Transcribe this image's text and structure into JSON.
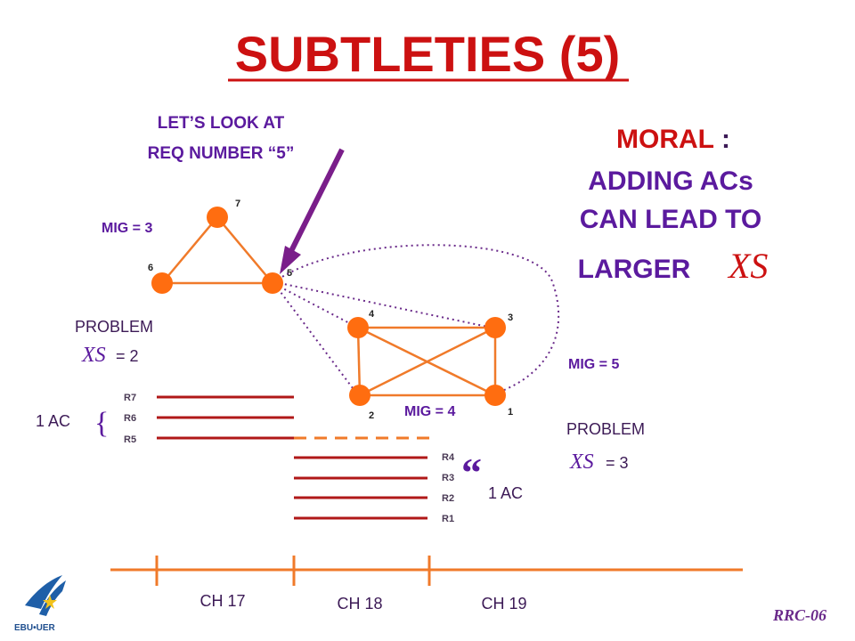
{
  "title": "SUBTLETIES (5)",
  "callout": {
    "line1": "LET’S LOOK AT",
    "line2": "REQ NUMBER “5”"
  },
  "moral": {
    "label": "MORAL",
    "colon": ":",
    "line1": "ADDING ACs",
    "line2": "CAN LEAD TO",
    "line3_prefix": "LARGER",
    "line3_symbol": "XS"
  },
  "triangle": {
    "mig": "MIG = 3",
    "nodes": [
      "7",
      "6",
      "5"
    ]
  },
  "square": {
    "mig": "MIG = 4",
    "nodes": [
      "4",
      "3",
      "2",
      "1"
    ]
  },
  "mig5": "MIG = 5",
  "problem_left": {
    "label": "PROBLEM",
    "symbol": "XS",
    "value": "= 2"
  },
  "problem_right": {
    "label": "PROBLEM",
    "symbol": "XS",
    "value": "= 3"
  },
  "ac_left": {
    "label": "1 AC",
    "brace": "{"
  },
  "ac_right": {
    "label": "1 AC",
    "brace": "“"
  },
  "req_group_upper": [
    "R7",
    "R6",
    "R5"
  ],
  "req_group_lower": [
    "R4",
    "R3",
    "R2",
    "R1"
  ],
  "channels": [
    "CH 17",
    "CH 18",
    "CH 19"
  ],
  "footer": "RRC-06",
  "logo_text": "EBU•UER",
  "colors": {
    "title": "#cc1111",
    "accent": "#5b1a9e",
    "edge": "#f07a2a",
    "node": "#ff6d10",
    "request": "#b01818",
    "dotted": "#6a2a8a"
  }
}
